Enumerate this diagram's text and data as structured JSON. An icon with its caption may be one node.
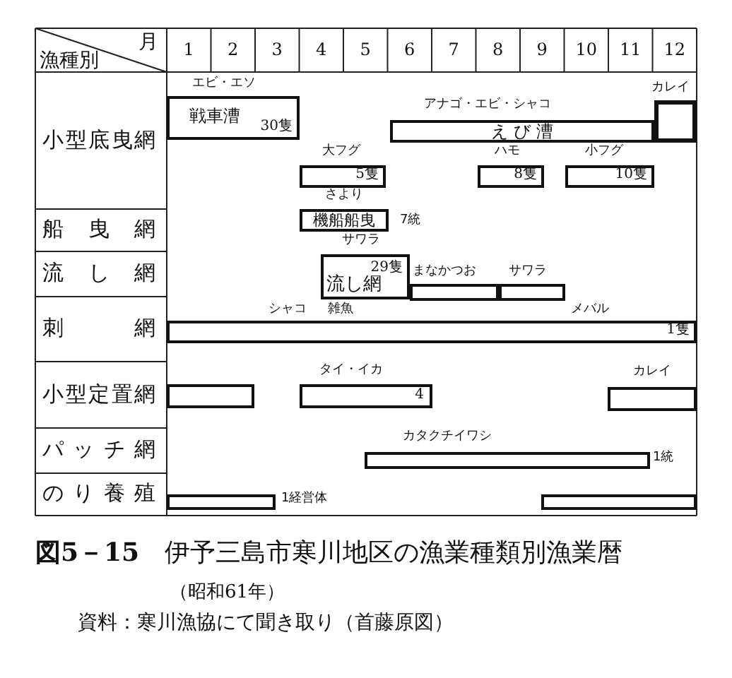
{
  "diagram": {
    "title": "**図5－15**　伊予三島市寒川地区の漁業種類別漁業暦",
    "caption": "資料：寒川漁協にて聞き取り（首藤原図）",
    "nodes": [
      {
        "text": [
          "戦車漕",
          "30隻"
        ],
        "beside": [
          "エビ・エソ"
        ]
      },
      {
        "text": [
          "え び 漕"
        ],
        "beside": [
          "アナゴ・エビ・シャコ"
        ]
      },
      {
        "text": [],
        "shape": "box",
        "beside": [
          "カレイ"
        ]
      },
      {
        "text": [
          "5隻"
        ],
        "beside": [
          "大フグ"
        ]
      },
      {
        "text": [
          "8隻"
        ]
      },
      {
        "text": [
          "10隻"
        ]
      },
      {
        "text": [
          "機船船曳"
        ],
        "beside": [
          "7統"
        ]
      },
      {
        "text": [
          "29隻",
          "流し網"
        ],
        "beside": [
          "サワラ"
        ]
      },
      {
        "text": [],
        "shape": "bar",
        "beside": [
          "まなかつお"
        ]
      },
      {
        "text": [],
        "shape": "bar",
        "beside": [
          "サワラ"
        ]
      },
      {
        "text": [
          "1隻"
        ]
      },
      {
        "text": [],
        "shape": "bar"
      },
      {
        "text": [
          "4"
        ],
        "beside": [
          "タイ・イカ"
        ]
      },
      {
        "text": [],
        "shape": "bar",
        "beside": [
          "カレイ"
        ]
      },
      {
        "text": [],
        "shape": "bar",
        "beside": [
          "カタクチイワシ",
          "1統"
        ]
      },
      {
        "text": [],
        "shape": "bar",
        "beside": [
          "1経営体"
        ]
      },
      {
        "text": [],
        "shape": "bar"
      }
    ],
    "labels": [
      "月",
      "漁種別",
      "1",
      "2",
      "3",
      "4",
      "5",
      "6",
      "7",
      "8",
      "9",
      "10",
      "11",
      "12",
      "小型底曳網",
      "船曳網",
      "流し網",
      "刺網",
      "小型定置網",
      "パッチ網",
      "のり養殖",
      "（昭和61年）",
      "ハモ",
      "小フグ",
      "さより",
      "シャコ",
      "雑魚",
      "メバル"
    ]
  }
}
